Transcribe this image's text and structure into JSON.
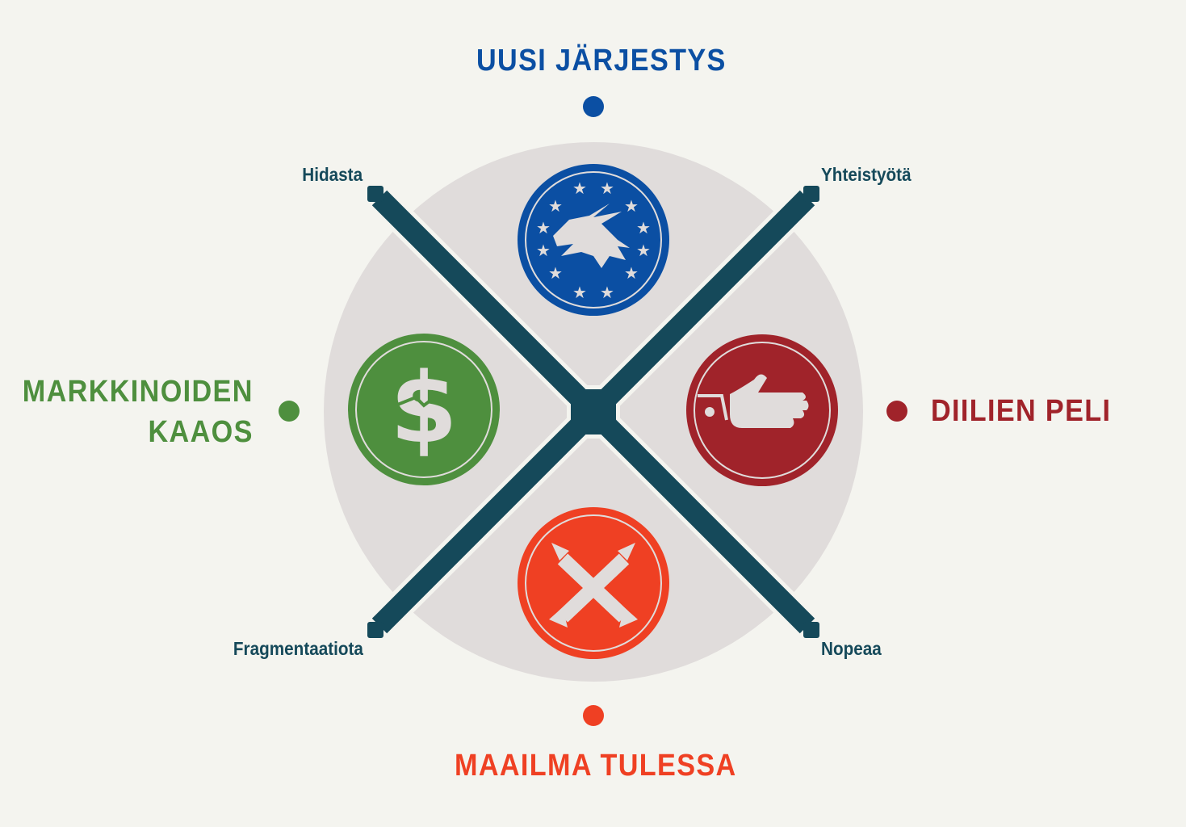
{
  "colors": {
    "background": "#f4f4ef",
    "disc": "#e0dcdb",
    "axis": "#15495a",
    "blue": "#0b4fa3",
    "green": "#4e8f3e",
    "red": "#a0232a",
    "orange": "#ef4023"
  },
  "scenarios": {
    "top": {
      "title": "UUSI JÄRJESTYS",
      "icon": "dragon-stars-icon"
    },
    "left": {
      "title_line1": "MARKKINOIDEN",
      "title_line2": "KAAOS",
      "icon": "broken-dollar-icon"
    },
    "right": {
      "title": "DIILIEN PELI",
      "icon": "handshake-icon"
    },
    "bottom": {
      "title": "MAAILMA TULESSA",
      "icon": "crossed-missiles-icon"
    }
  },
  "axes": {
    "top_left": "Hidasta",
    "top_right": "Yhteistyötä",
    "bottom_left": "Fragmentaatiota",
    "bottom_right": "Nopeaa"
  }
}
